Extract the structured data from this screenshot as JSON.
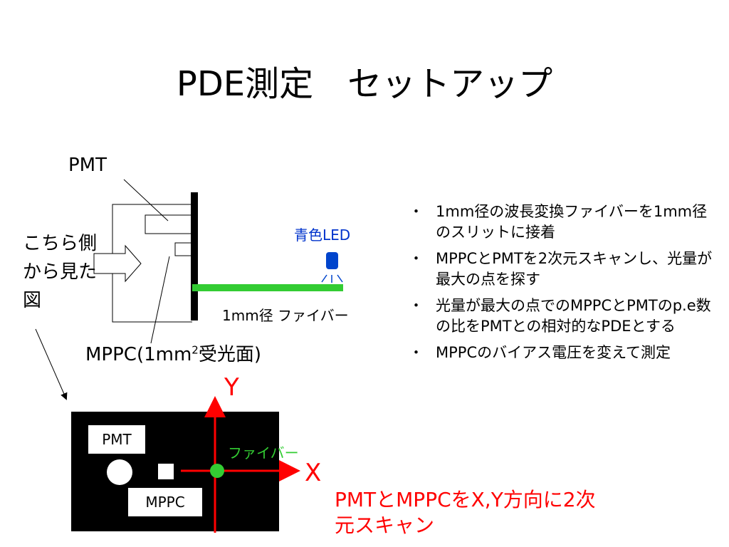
{
  "title": "PDE測定　セットアップ",
  "labels": {
    "pmt": "PMT",
    "side_view": "こちら側から見た図",
    "blue_led": "青色LED",
    "fiber": "1mm径 ファイバー",
    "mppc_prefix": "MPPC(1mm",
    "mppc_sup": "2",
    "mppc_suffix": "受光面)",
    "axis_y": "Y",
    "axis_x": "X",
    "pmt_box": "PMT",
    "mppc_box": "MPPC",
    "fiber_green": "ファイバー"
  },
  "scan_text": "PMTとMPPCをX,Y方向に2次元スキャン",
  "bullet_marker": "・",
  "bullets": [
    "1mm径の波長変換ファイバーを1mm径のスリットに接着",
    "MPPCとPMTを2次元スキャンし、光量が最大の点を探す",
    "光量が最大の点でのMPPCとPMTのp.e数の比をPMTとの相対的なPDEとする",
    "MPPCのバイアス電圧を変えて測定"
  ],
  "colors": {
    "led": "#0044cc",
    "led_label": "#0033cc",
    "fiber": "#33cc33",
    "scan": "#ff0000",
    "axis": "#ff0000"
  },
  "icons": [
    "led-icon",
    "arrow-right-icon"
  ]
}
